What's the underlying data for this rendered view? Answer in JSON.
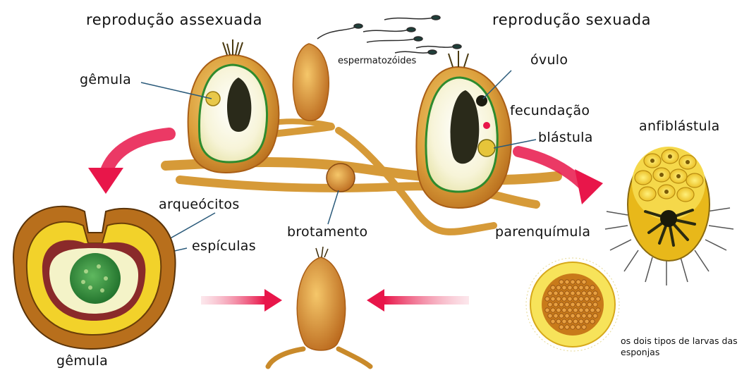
{
  "labels": {
    "asexual_title": "reprodução assexuada",
    "sexual_title": "reprodução sexuada",
    "gemmule_top": "gêmula",
    "spermatozoa": "espermatozóides",
    "ovule": "óvulo",
    "fertilization": "fecundação",
    "blastula": "blástula",
    "amphiblastula": "anfiblástula",
    "archaeocytes": "arqueócitos",
    "spicules": "espículas",
    "budding": "brotamento",
    "parenchymula": "parenquímula",
    "gemmule_bottom": "gêmula",
    "larvae_note": "os dois tipos de larvas das esponjas"
  },
  "colors": {
    "sponge_body": "#d9a03a",
    "sponge_dark": "#b86f1c",
    "arrow": "#e8164a",
    "inner_green": "#2f8f2f",
    "cell_yellow": "#f2d22a"
  }
}
